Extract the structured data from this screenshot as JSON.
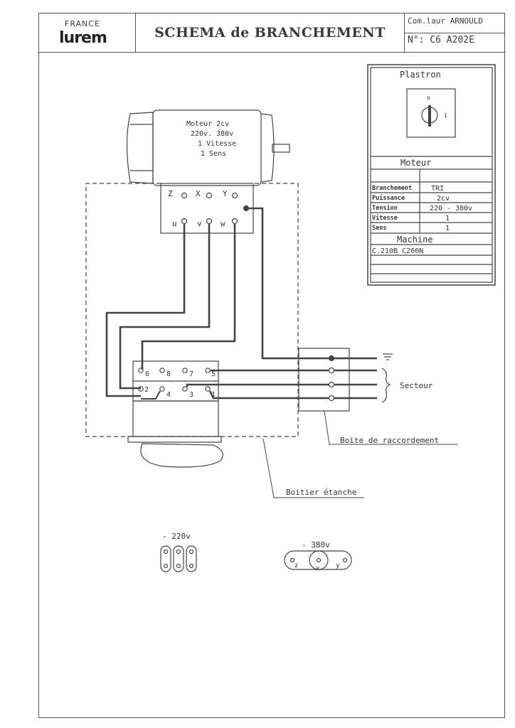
{
  "header": {
    "brand_top": "FRANCE",
    "brand_main": "lurem",
    "title": "SCHEMA de BRANCHEMENT",
    "commande": "Com.laur ARNOULD",
    "numero": "N°: C6  A202E"
  },
  "plastron": {
    "title": "Plastron",
    "dial_mark_0": "o",
    "dial_mark_1": "1"
  },
  "moteur_table": {
    "title": "Moteur",
    "rows": [
      {
        "label": "Branchement",
        "value": "TRI"
      },
      {
        "label": "Puissance",
        "value": "2cv"
      },
      {
        "label": "Tension",
        "value": "220 - 380v"
      },
      {
        "label": "Vitesse",
        "value": "1"
      },
      {
        "label": "Sens",
        "value": "1"
      }
    ],
    "machine_title": "Machine",
    "machine_value": "C.210B  C260N"
  },
  "motor": {
    "label_l1": "Moteur 2cv",
    "label_l2": "220v. 380v",
    "label_l3": "1 Vitesse",
    "label_l4": "1 Sens",
    "term_z": "Z",
    "term_x": "X",
    "term_y": "Y",
    "term_u": "u",
    "term_v": "v",
    "term_w": "w"
  },
  "terminal_block": {
    "t6": "6",
    "t8": "8",
    "t7": "7",
    "t5": "5",
    "t2": "2",
    "t4": "4",
    "t3": "3",
    "t1": "1"
  },
  "labels": {
    "secteur": "Secteur",
    "boite": "Boite  de  raccordement",
    "boitier": "Boitier étanche"
  },
  "voltage_220": "- 220v",
  "voltage_380": "- 380v",
  "v380_terms": {
    "z": "z",
    "x": "x",
    "y": "y"
  }
}
